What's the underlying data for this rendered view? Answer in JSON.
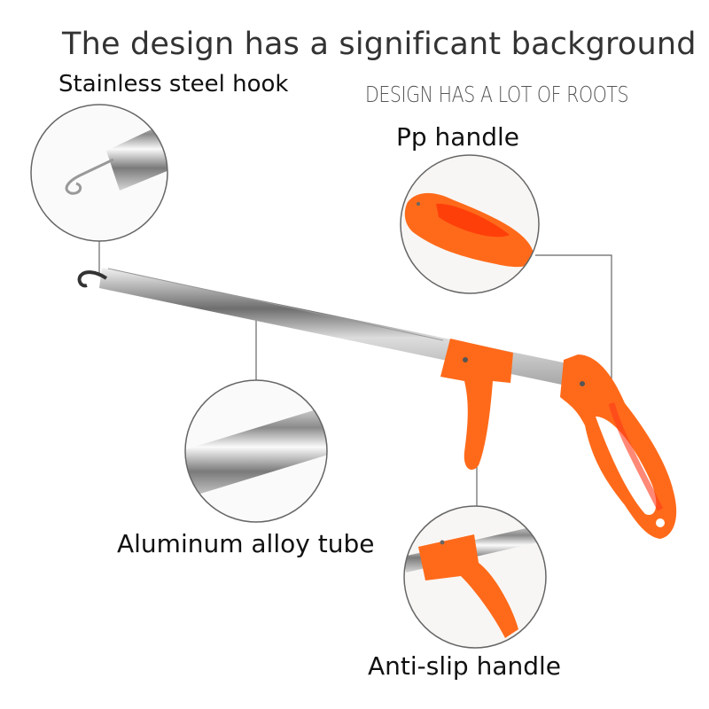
{
  "headline": "The design has a significant background",
  "subheadline": "DESIGN HAS A LOT OF ROOTS",
  "callouts": [
    {
      "id": "hook",
      "label": "Stainless steel hook"
    },
    {
      "id": "pp-handle",
      "label": "Pp handle"
    },
    {
      "id": "tube",
      "label": "Aluminum alloy tube"
    },
    {
      "id": "anti-slip",
      "label": "Anti-slip handle"
    }
  ],
  "colors": {
    "accent_orange": "#ff6a1a",
    "steel": "#c8c8c8",
    "outline": "#666666",
    "text": "#111111"
  }
}
